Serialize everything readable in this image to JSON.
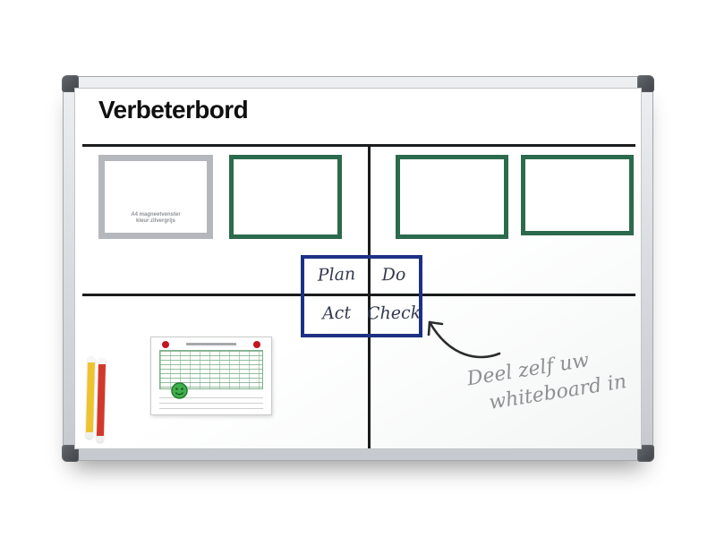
{
  "board": {
    "title": "Verbeterbord",
    "pdca": {
      "plan": "Plan",
      "do": "Do",
      "act": "Act",
      "check": "Check"
    },
    "annotation": {
      "line1": "Deel zelf uw",
      "line2": "whiteboard in"
    },
    "gray_frame_caption": {
      "line1": "A4 magneetvenster",
      "line2": "kleur zilvergrijs"
    }
  },
  "colors": {
    "green_frame": "#2c6a4d",
    "gray_frame": "#b4b7bb",
    "pdca_blue": "#1d3184",
    "marker_yellow": "#efc32f",
    "marker_red": "#d4382a",
    "magnet_dot_red": "#c2171f",
    "smiley_green": "#3fae4c"
  }
}
